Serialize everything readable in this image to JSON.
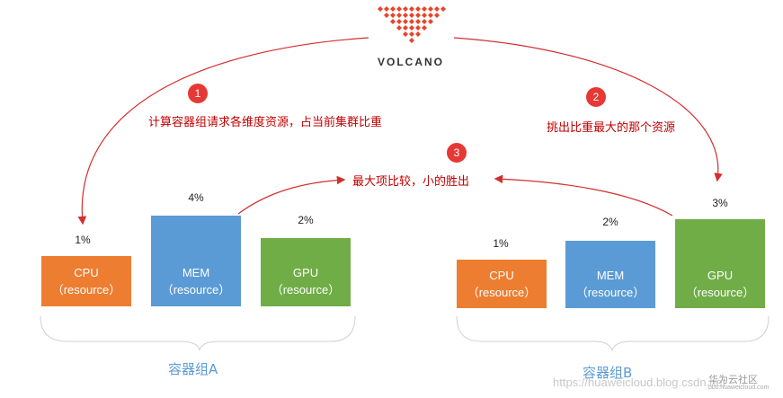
{
  "brand": {
    "name": "VOLCANO",
    "accent": "#e8442b"
  },
  "steps": [
    {
      "num": "1",
      "text": "计算容器组请求各维度资源，占当前集群比重"
    },
    {
      "num": "2",
      "text": "挑出比重最大的那个资源"
    },
    {
      "num": "3",
      "text": "最大项比较，小的胜出"
    }
  ],
  "groups": [
    {
      "label": "容器组A",
      "resources": [
        {
          "name": "CPU",
          "sub": "（resource）",
          "percent": "1%",
          "color": "#ed7d31"
        },
        {
          "name": "MEM",
          "sub": "（resource）",
          "percent": "4%",
          "color": "#5b9bd5"
        },
        {
          "name": "GPU",
          "sub": "（resource）",
          "percent": "2%",
          "color": "#70ad47"
        }
      ]
    },
    {
      "label": "容器组B",
      "resources": [
        {
          "name": "CPU",
          "sub": "（resource）",
          "percent": "1%",
          "color": "#ed7d31"
        },
        {
          "name": "MEM",
          "sub": "（resource）",
          "percent": "2%",
          "color": "#5b9bd5"
        },
        {
          "name": "GPU",
          "sub": "（resource）",
          "percent": "3%",
          "color": "#70ad47"
        }
      ]
    }
  ],
  "watermark": {
    "url": "https://huaweicloud.blog.csdn.net",
    "cn": "华为云社区",
    "host": "bbs.huaweicloud.com"
  }
}
